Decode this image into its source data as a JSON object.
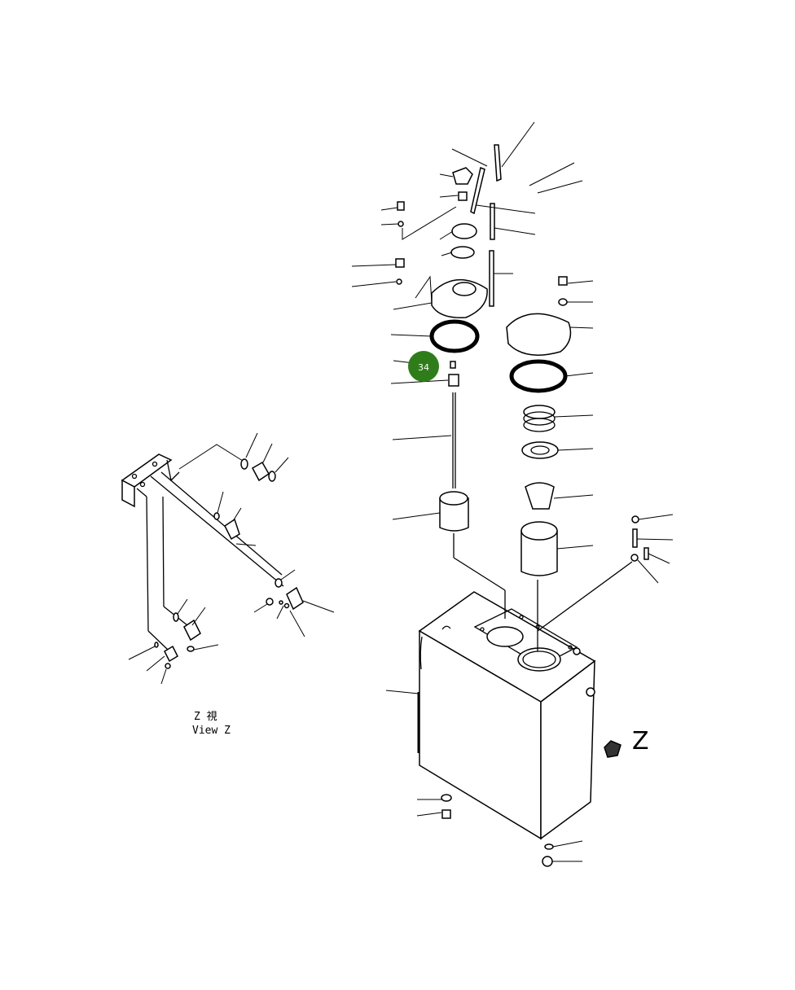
{
  "callout": {
    "label": "34",
    "color": "#2e7d1a"
  },
  "view_label": {
    "line1": "Z 視",
    "line2": "View Z"
  },
  "direction_marker": "Z"
}
